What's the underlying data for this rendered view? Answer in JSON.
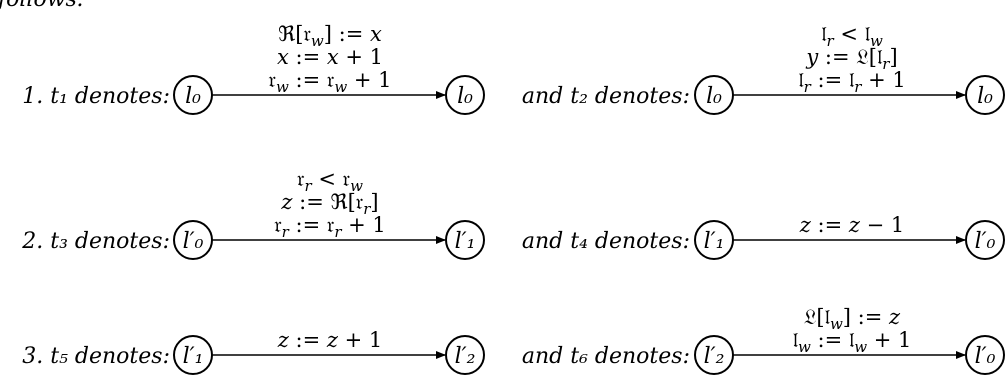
{
  "header_fragment": "follows:",
  "rows": [
    {
      "number": "1.",
      "left": {
        "prefix": "",
        "name": "t₁",
        "word": "denotes:",
        "from": "l₀",
        "to": "l₀",
        "label": [
          "ℜ[𝔯_w] := x",
          "x := x + 1",
          "𝔯_w := 𝔯_w + 1"
        ]
      },
      "right": {
        "prefix": "and",
        "name": "t₂",
        "word": "denotes:",
        "from": "l₀",
        "to": "l₀",
        "label": [
          "𝔩_r < 𝔩_w",
          "y := 𝔏[𝔩_r]",
          "𝔩_r := 𝔩_r + 1"
        ]
      }
    },
    {
      "number": "2.",
      "left": {
        "prefix": "",
        "name": "t₃",
        "word": "denotes:",
        "from": "l′₀",
        "to": "l′₁",
        "label": [
          "𝔯_r < 𝔯_w",
          "z := ℜ[𝔯_r]",
          "𝔯_r := 𝔯_r + 1"
        ]
      },
      "right": {
        "prefix": "and",
        "name": "t₄",
        "word": "denotes:",
        "from": "l′₁",
        "to": "l′₀",
        "label": [
          "z := z − 1"
        ]
      }
    },
    {
      "number": "3.",
      "left": {
        "prefix": "",
        "name": "t₅",
        "word": "denotes:",
        "from": "l′₁",
        "to": "l′₂",
        "label": [
          "z := z + 1"
        ]
      },
      "right": {
        "prefix": "and",
        "name": "t₆",
        "word": "denotes:",
        "from": "l′₂",
        "to": "l′₀",
        "label": [
          "𝔏[𝔩_w] := z",
          "𝔩_w := 𝔩_w + 1"
        ]
      }
    }
  ]
}
